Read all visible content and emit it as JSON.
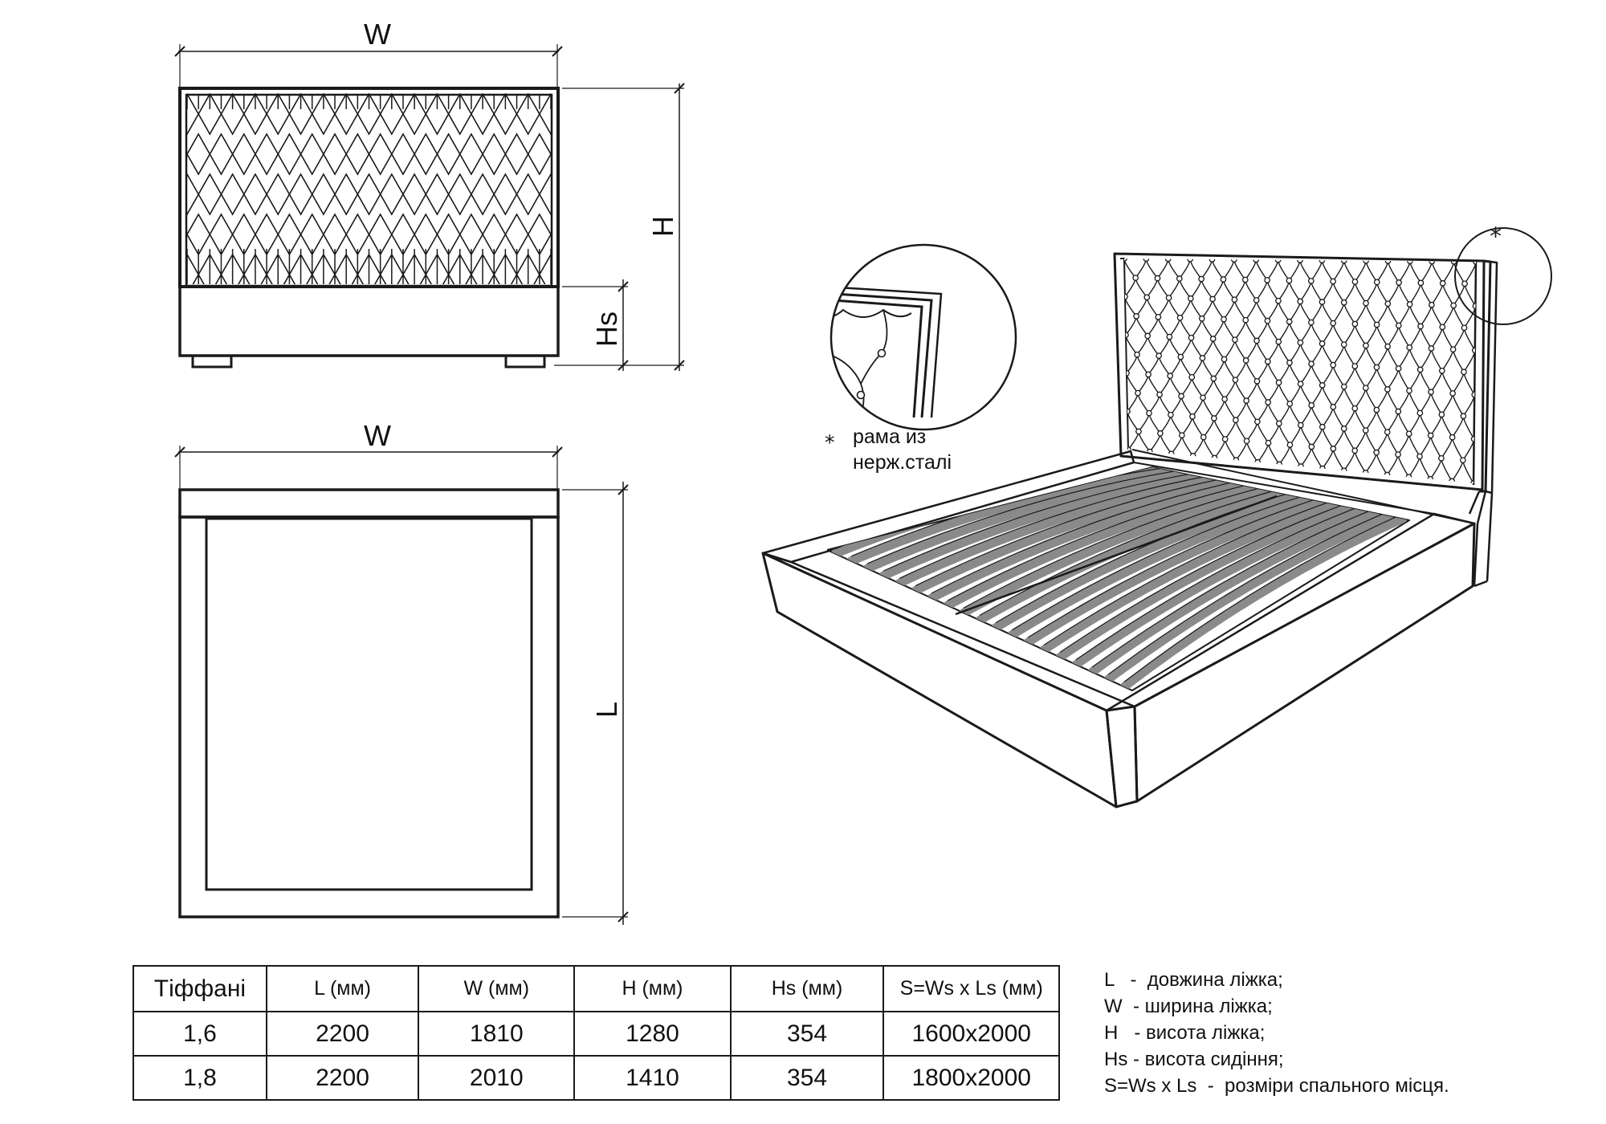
{
  "drawing": {
    "front_view": {
      "width_label": "W",
      "height_label": "H",
      "seat_height_label": "Hs"
    },
    "top_view": {
      "width_label": "W",
      "length_label": "L"
    },
    "detail": {
      "marker": "⁎",
      "note_line1": "рама из",
      "note_line2": "нерж.сталі"
    }
  },
  "table": {
    "headers": [
      "Тіффані",
      "L (мм)",
      "W (мм)",
      "H (мм)",
      "Hs (мм)",
      "S=Ws x Ls (мм)"
    ],
    "rows": [
      [
        "1,6",
        "2200",
        "1810",
        "1280",
        "354",
        "1600x2000"
      ],
      [
        "1,8",
        "2200",
        "2010",
        "1410",
        "354",
        "1800x2000"
      ]
    ]
  },
  "legend": [
    "L   -  довжина ліжка;",
    "W  - ширина ліжка;",
    "H   - висота ліжка;",
    "Hs - висота сидіння;",
    "S=Ws x Ls  -  розміри спального місця."
  ]
}
